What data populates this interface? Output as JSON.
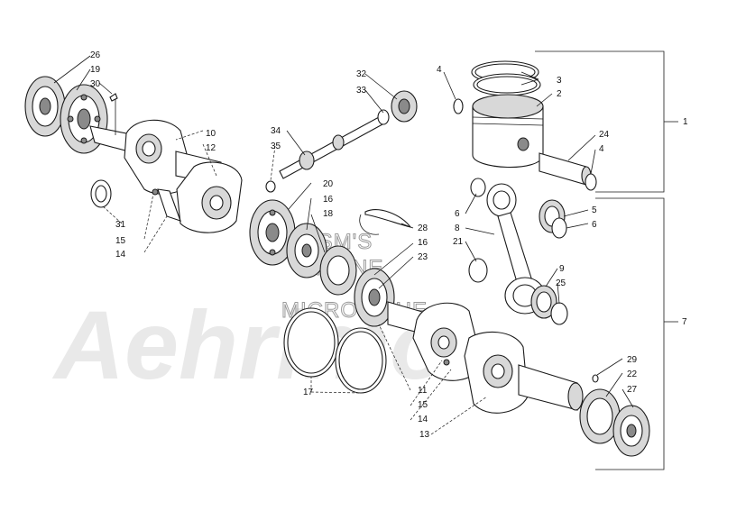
{
  "watermark": {
    "brand": "Aehrimo",
    "line1": "HLSM'S",
    "line2": "ONLINE",
    "line3": "MICROFICHE"
  },
  "callouts": {
    "c1": "1",
    "c2": "2",
    "c3": "3",
    "c4a": "4",
    "c4b": "4",
    "c5": "5",
    "c6a": "6",
    "c6b": "6",
    "c7": "7",
    "c8": "8",
    "c9": "9",
    "c10": "10",
    "c11": "11",
    "c12": "12",
    "c13": "13",
    "c14a": "14",
    "c14b": "14",
    "c15a": "15",
    "c15b": "15",
    "c16a": "16",
    "c16b": "16",
    "c17": "17",
    "c18": "18",
    "c19": "19",
    "c20": "20",
    "c21": "21",
    "c22": "22",
    "c23": "23",
    "c24": "24",
    "c25": "25",
    "c26": "26",
    "c27": "27",
    "c28": "28",
    "c29": "29",
    "c30": "30",
    "c31": "31",
    "c32": "32",
    "c33": "33",
    "c34": "34",
    "c35": "35"
  }
}
